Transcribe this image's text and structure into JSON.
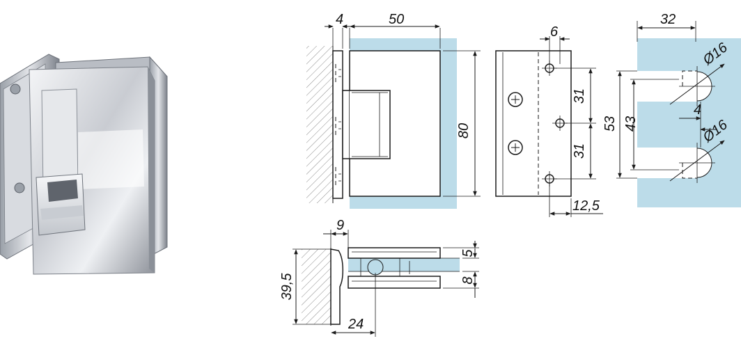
{
  "dimensions": {
    "front_thickness": "4",
    "front_width": "50",
    "front_height": "80",
    "side_offset": "6",
    "side_spacing_top": "31",
    "side_spacing_bottom": "31",
    "side_edge": "12,5",
    "glass_width": "32",
    "glass_height_outer": "53",
    "glass_height_inner": "43",
    "glass_gap": "4",
    "glass_hole_top": "Ø16",
    "glass_hole_bottom": "Ø16",
    "top_offset": "9",
    "top_depth": "39,5",
    "top_glass": "5",
    "top_plate": "8",
    "top_axis": "24"
  },
  "colors": {
    "glass": "#bcdce9",
    "wall_hatch": "#555555",
    "metal_light": "#e8e9ec",
    "metal_dark": "#7d8189"
  }
}
